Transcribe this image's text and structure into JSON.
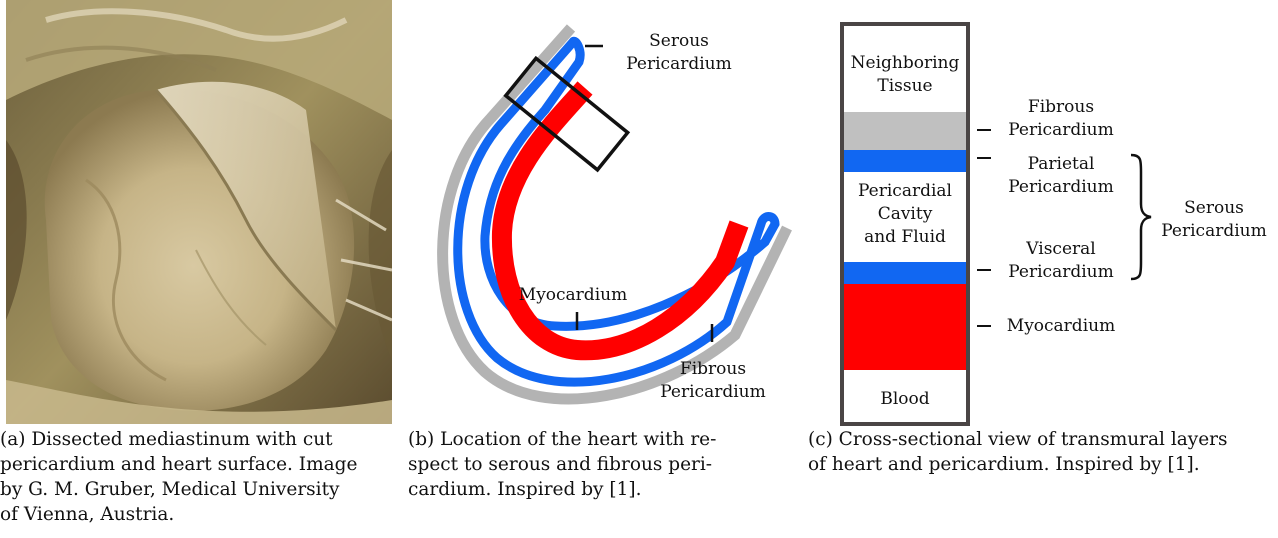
{
  "panel_a": {
    "caption": "(a) Dissected mediastinum with cut pericardium and heart surface. Image by G. M. Gruber, Medical University of Vienna, Austria.",
    "caption_lines": [
      "(a) Dissected mediastinum with cut",
      "pericardium and heart surface. Image",
      "by G. M. Gruber, Medical University",
      "of Vienna, Austria."
    ]
  },
  "panel_b": {
    "caption_lines": [
      "(b) Location of the heart with re-",
      "spect to serous and fibrous peri-",
      "cardium. Inspired by [1]."
    ],
    "labels": {
      "serous_1": "Serous",
      "serous_2": "Pericardium",
      "myocardium": "Myocardium",
      "fibrous_1": "Fibrous",
      "fibrous_2": "Pericardium"
    },
    "colors": {
      "serous": "#1167f2",
      "myocardium": "#ff0000",
      "fibrous": "#b3b3b3"
    }
  },
  "panel_c": {
    "caption_lines": [
      "(c) Cross-sectional view of transmural layers",
      "of heart and pericardium. Inspired by [1]."
    ],
    "layers": {
      "neighboring_1": "Neighboring",
      "neighboring_2": "Tissue",
      "cavity_1": "Pericardial",
      "cavity_2": "Cavity",
      "cavity_3": "and Fluid",
      "blood": "Blood"
    },
    "labels": {
      "fibrous_1": "Fibrous",
      "fibrous_2": "Pericardium",
      "parietal_1": "Parietal",
      "parietal_2": "Pericardium",
      "visceral_1": "Visceral",
      "visceral_2": "Pericardium",
      "myocardium": "Myocardium",
      "serous_1": "Serous",
      "serous_2": "Pericardium"
    },
    "colors": {
      "fibrous": "#c0c0c0",
      "serous": "#1167f2",
      "myocardium": "#ff0000",
      "frame": "#4a4545"
    }
  }
}
